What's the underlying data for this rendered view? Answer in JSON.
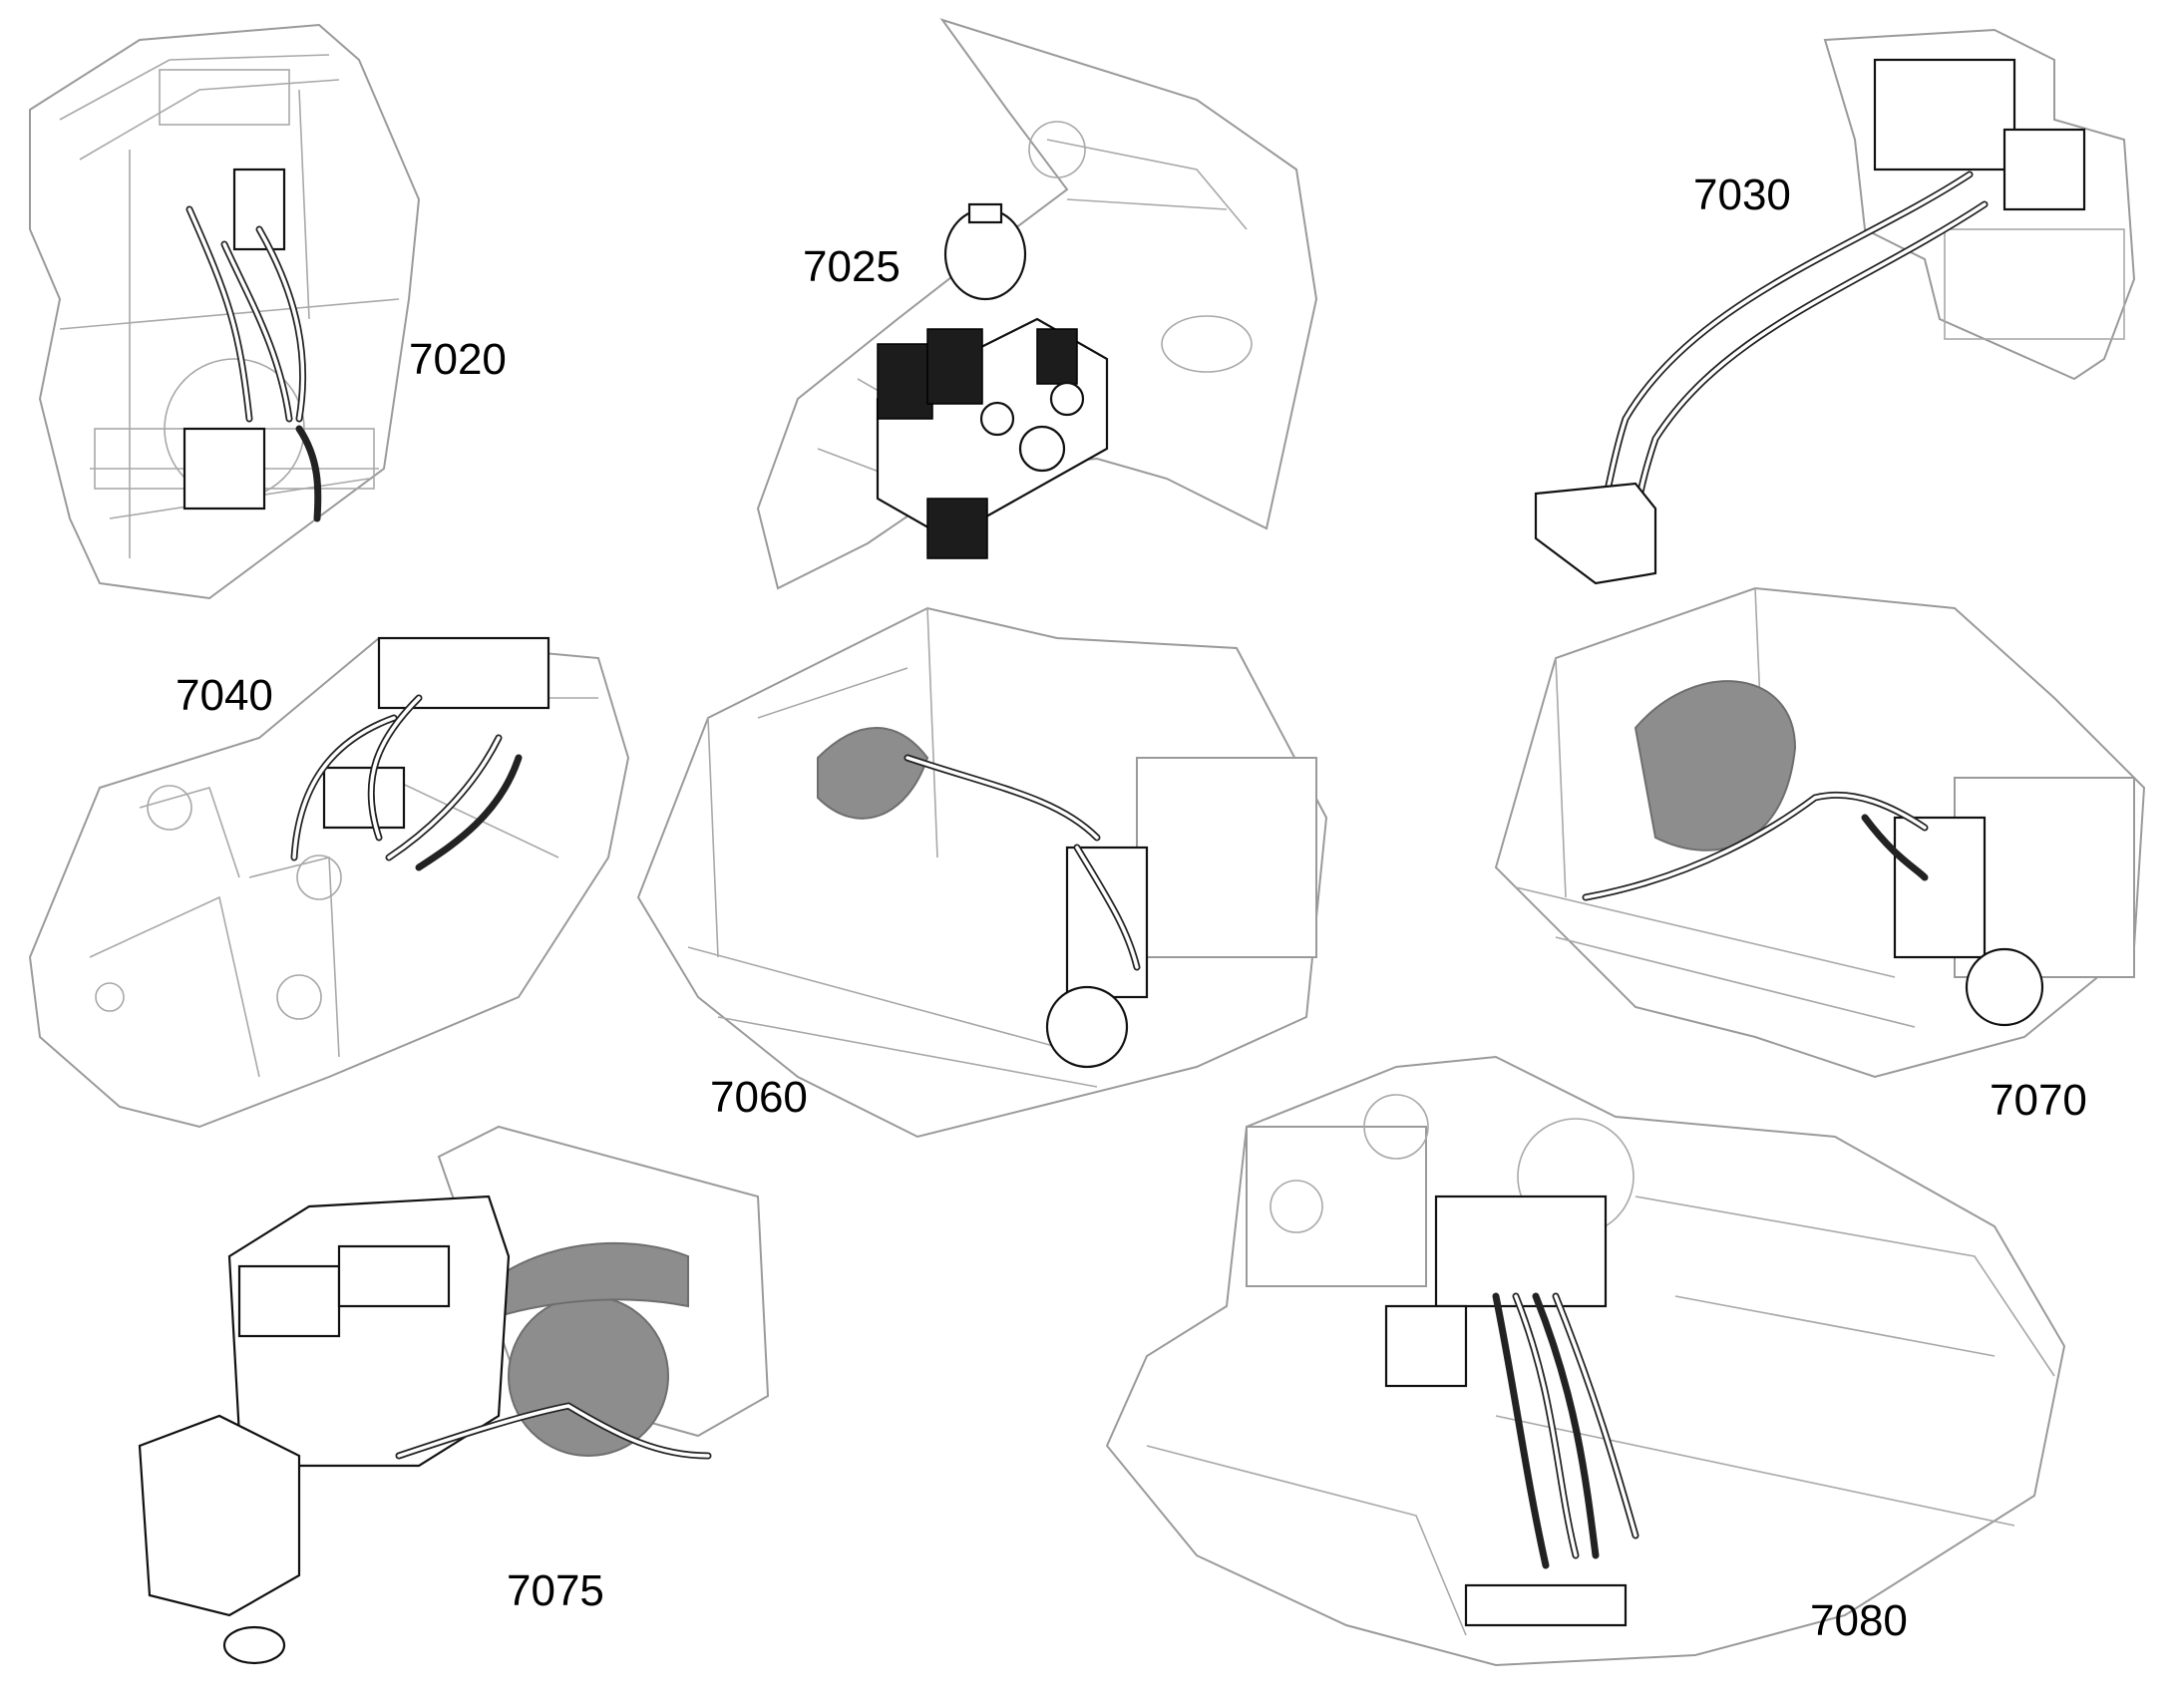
{
  "colors": {
    "line": "#111111",
    "frame": "#9a9a9a",
    "fan": "#8d8d8d",
    "background": "#ffffff"
  },
  "labels": {
    "l7020": "7020",
    "l7025": "7025",
    "l7030": "7030",
    "l7040": "7040",
    "l7060": "7060",
    "l7070": "7070",
    "l7075": "7075",
    "l7080": "7080"
  }
}
